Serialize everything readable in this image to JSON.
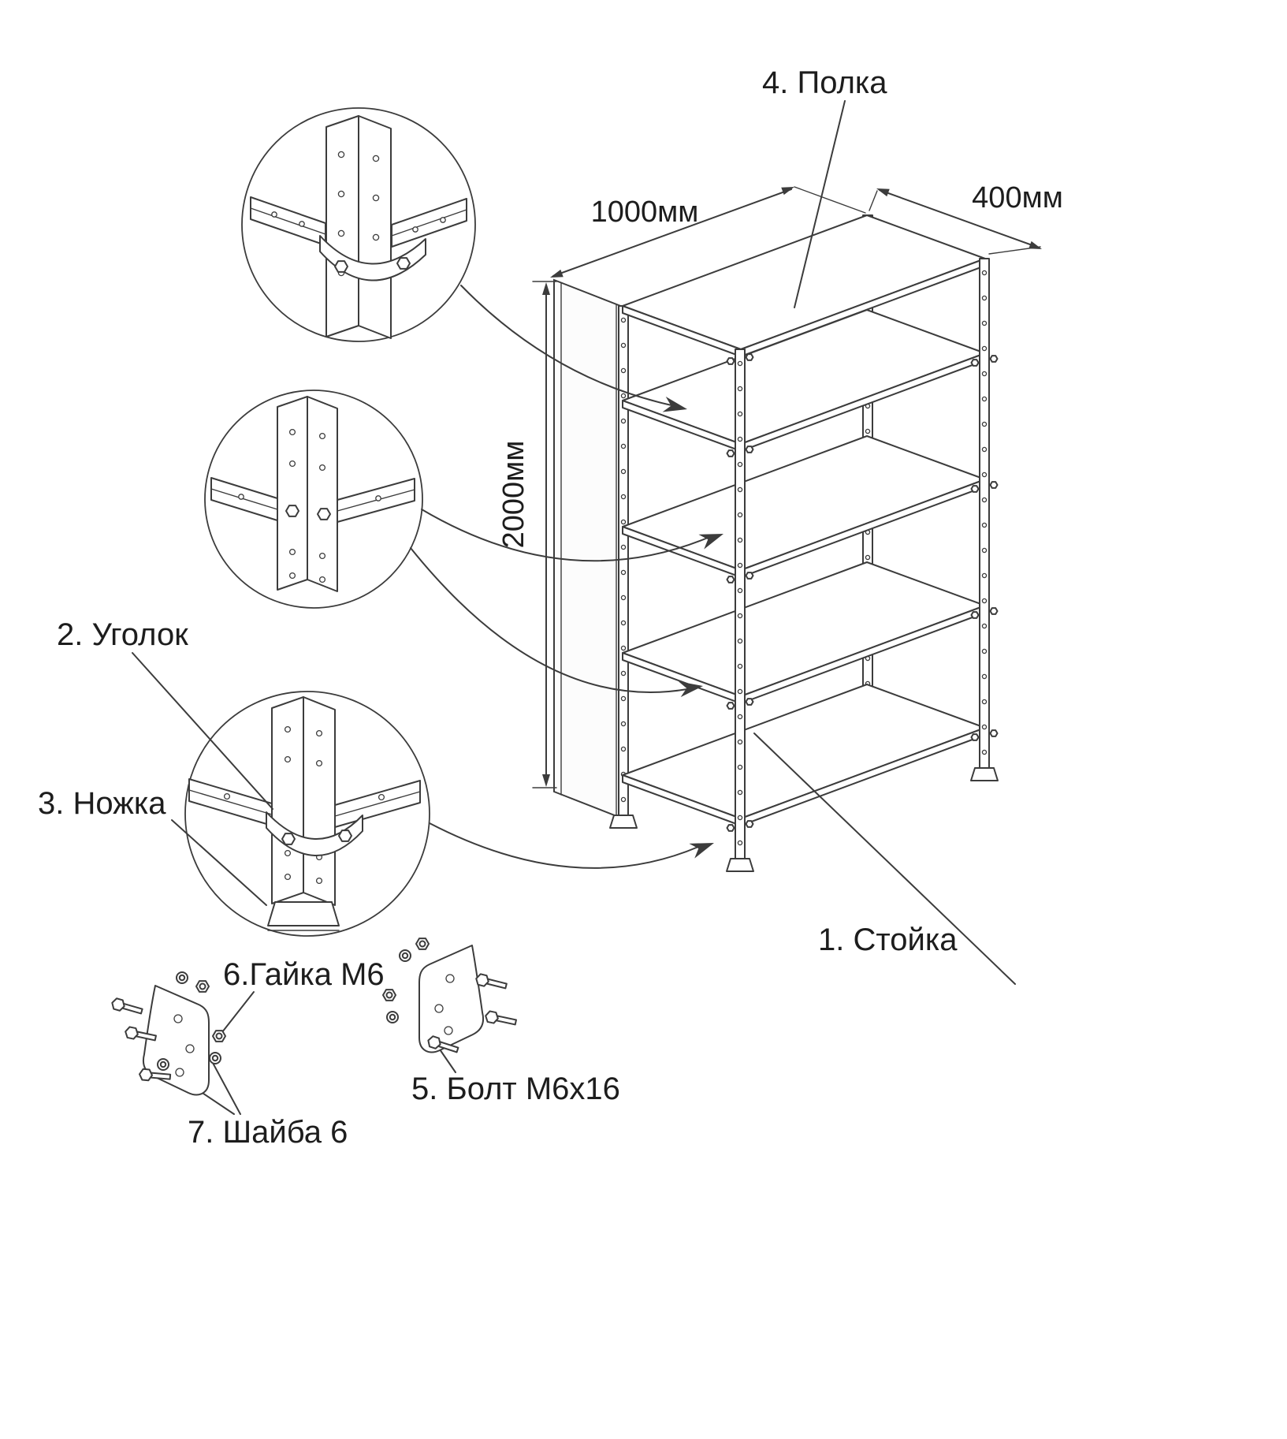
{
  "diagram": {
    "labels": {
      "part1": "1. Стойка",
      "part2": "2. Уголок",
      "part3": "3. Ножка",
      "part4": "4. Полка",
      "part5": "5. Болт М6х16",
      "part6": "6.Гайка М6",
      "part7": "7. Шайба 6"
    },
    "dimensions": {
      "width": "1000мм",
      "depth": "400мм",
      "height": "2000мм"
    },
    "colors": {
      "line": "#3c3c3c",
      "text": "#1d1d1d",
      "background": "#ffffff"
    }
  }
}
